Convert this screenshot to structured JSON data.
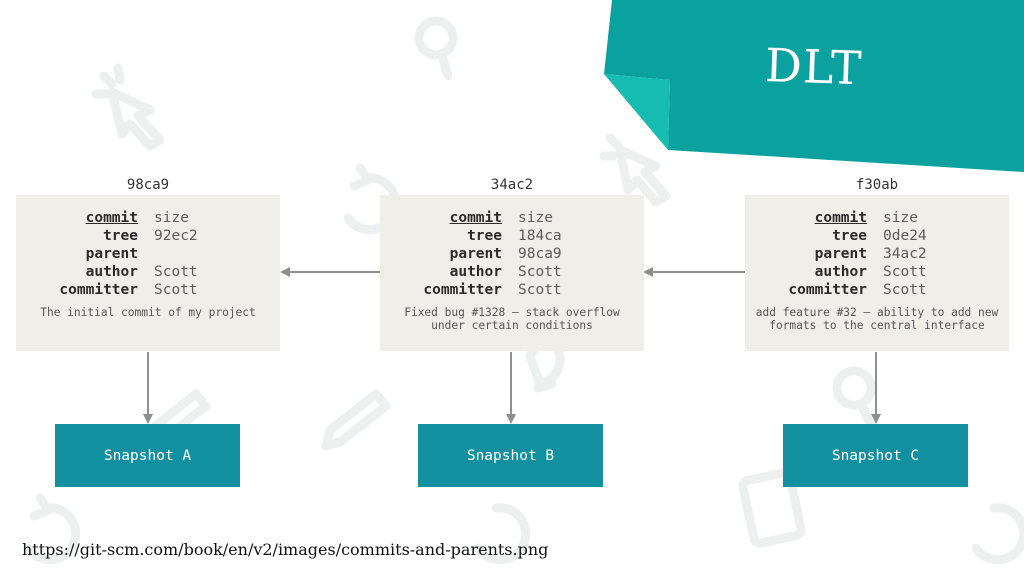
{
  "slide": {
    "title": "DLT",
    "source_url": "https://git-scm.com/book/en/v2/images/commits-and-parents.png",
    "colors": {
      "banner": "#0aa19f",
      "banner_fold": "#17bcb0",
      "snapshot": "#1390a0",
      "commit_box": "#efeee9",
      "arrow": "#8e8e8e",
      "bg_icons": "#eef0f0"
    }
  },
  "diagram": {
    "commits": [
      {
        "sha": "98ca9",
        "fields": [
          {
            "key": "commit",
            "value": "size"
          },
          {
            "key": "tree",
            "value": "92ec2"
          },
          {
            "key": "parent",
            "value": ""
          },
          {
            "key": "author",
            "value": "Scott"
          },
          {
            "key": "committer",
            "value": "Scott"
          }
        ],
        "message_lines": [
          "The initial commit of my project"
        ],
        "snapshot": "Snapshot A"
      },
      {
        "sha": "34ac2",
        "fields": [
          {
            "key": "commit",
            "value": "size"
          },
          {
            "key": "tree",
            "value": "184ca"
          },
          {
            "key": "parent",
            "value": "98ca9"
          },
          {
            "key": "author",
            "value": "Scott"
          },
          {
            "key": "committer",
            "value": "Scott"
          }
        ],
        "message_lines": [
          "Fixed bug #1328 – stack overflow",
          "under certain conditions"
        ],
        "snapshot": "Snapshot B"
      },
      {
        "sha": "f30ab",
        "fields": [
          {
            "key": "commit",
            "value": "size"
          },
          {
            "key": "tree",
            "value": "0de24"
          },
          {
            "key": "parent",
            "value": "34ac2"
          },
          {
            "key": "author",
            "value": "Scott"
          },
          {
            "key": "committer",
            "value": "Scott"
          }
        ],
        "message_lines": [
          "add feature #32 – ability to add new",
          "formats to the central interface"
        ],
        "snapshot": "Snapshot C"
      }
    ],
    "edges": [
      {
        "from": "34ac2",
        "to": "98ca9",
        "kind": "parent"
      },
      {
        "from": "f30ab",
        "to": "34ac2",
        "kind": "parent"
      },
      {
        "from": "98ca9",
        "to": "Snapshot A",
        "kind": "tree"
      },
      {
        "from": "34ac2",
        "to": "Snapshot B",
        "kind": "tree"
      },
      {
        "from": "f30ab",
        "to": "Snapshot C",
        "kind": "tree"
      }
    ]
  }
}
